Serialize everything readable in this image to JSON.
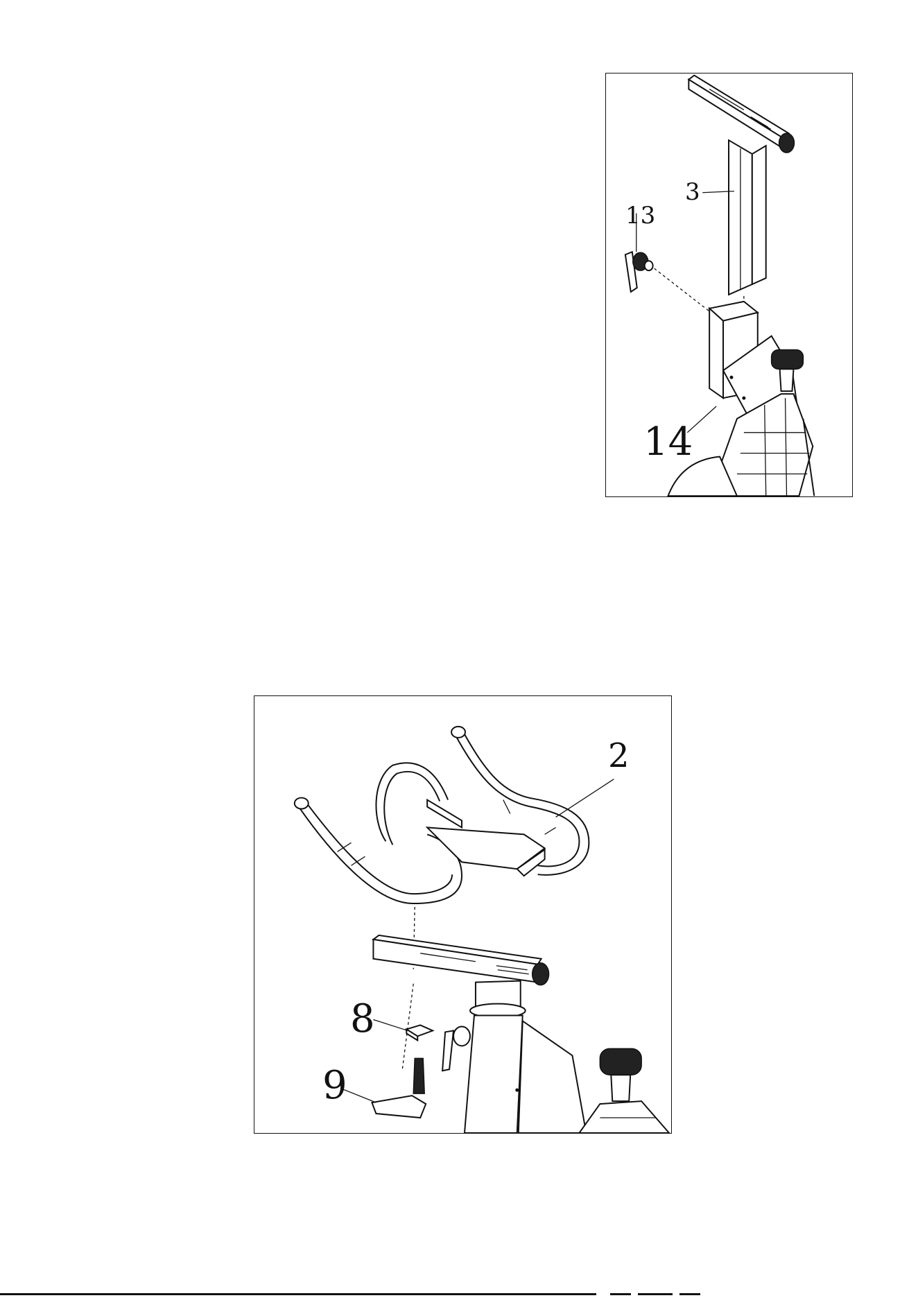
{
  "callouts": {
    "top": {
      "seat_post": "3",
      "knob": "13",
      "frame": "14"
    },
    "bottom": {
      "handlebar": "2",
      "washer": "8",
      "lever_bolt": "9"
    }
  },
  "colors": {
    "ink": "#111111",
    "paper": "#ffffff"
  }
}
